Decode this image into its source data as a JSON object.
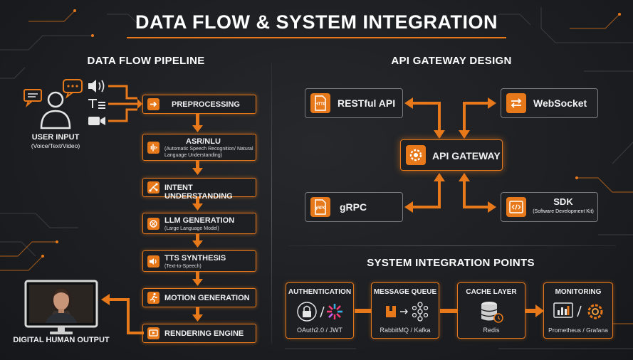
{
  "title": "DATA FLOW & SYSTEM INTEGRATION",
  "sections": {
    "pipeline": "DATA FLOW PIPELINE",
    "gateway": "API GATEWAY DESIGN",
    "integration": "SYSTEM INTEGRATION POINTS"
  },
  "user_input": {
    "label": "USER INPUT",
    "sub": "(Voice/Text/Video)"
  },
  "output": {
    "label": "DIGITAL HUMAN OUTPUT"
  },
  "pipeline": [
    {
      "label": "PREPROCESSING",
      "sub": "",
      "icon": "arrow-right-icon"
    },
    {
      "label": "ASR/NLU",
      "sub": "(Automatic Speech Recognition/ Natural Language Understanding)",
      "icon": "waveform-icon"
    },
    {
      "label": "INTENT UNDERSTANDING",
      "sub": "",
      "icon": "branch-icon"
    },
    {
      "label": "LLM GENERATION",
      "sub": "(Large Language Model)",
      "icon": "ai-knot-icon"
    },
    {
      "label": "TTS SYNTHESIS",
      "sub": "(Text-to-Speech)",
      "icon": "speaker-icon"
    },
    {
      "label": "MOTION GENERATION",
      "sub": "",
      "icon": "running-figure-icon"
    },
    {
      "label": "RENDERING ENGINE",
      "sub": "",
      "icon": "render-icon"
    }
  ],
  "gateway": {
    "restful": {
      "label": "RESTful API",
      "icon_text": "HTTP"
    },
    "websocket": {
      "label": "WebSocket"
    },
    "center": {
      "label": "API GATEWAY"
    },
    "grpc": {
      "label": "gRPC",
      "icon_text": "gRPC"
    },
    "sdk": {
      "label": "SDK",
      "sub": "(Software Development Kit)"
    }
  },
  "integration": [
    {
      "title": "AUTHENTICATION",
      "bottom": "OAuth2.0 / JWT",
      "icon": "lock-icon"
    },
    {
      "title": "MESSAGE QUEUE",
      "bottom": "RabbitMQ / Kafka",
      "icon": "queue-icon"
    },
    {
      "title": "CACHE LAYER",
      "bottom": "Redis",
      "icon": "database-icon"
    },
    {
      "title": "MONITORING",
      "bottom": "Prometheus / Grafana",
      "icon": "monitoring-icon"
    }
  ],
  "colors": {
    "accent": "#e8791a",
    "background": "#1b1d21",
    "text": "#ffffff",
    "border_gray": "#7a7c80"
  }
}
